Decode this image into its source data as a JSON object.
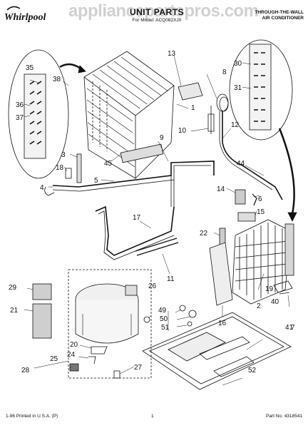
{
  "header": {
    "brand": "Whirlpool",
    "title": "UNIT PARTS",
    "subtitle": "For Model: ACQ082XJ0",
    "right_line1": "THROUGH-THE-WALL",
    "right_line2": "AIR CONDITIONER"
  },
  "watermark": "appliancepartspros.com",
  "callouts": [
    "1",
    "2",
    "3",
    "4",
    "5",
    "6",
    "7",
    "8",
    "9",
    "10",
    "11",
    "12",
    "13",
    "14",
    "15",
    "16",
    "17",
    "18",
    "19",
    "20",
    "21",
    "22",
    "24",
    "25",
    "26",
    "27",
    "28",
    "29",
    "30",
    "31",
    "35",
    "36",
    "37",
    "38",
    "40",
    "41",
    "44",
    "45",
    "49",
    "50",
    "51",
    "52"
  ],
  "footer": {
    "left": "1-96 Printed in U.S.A. (P)",
    "center": "1",
    "right": "Part No. 4318541"
  }
}
